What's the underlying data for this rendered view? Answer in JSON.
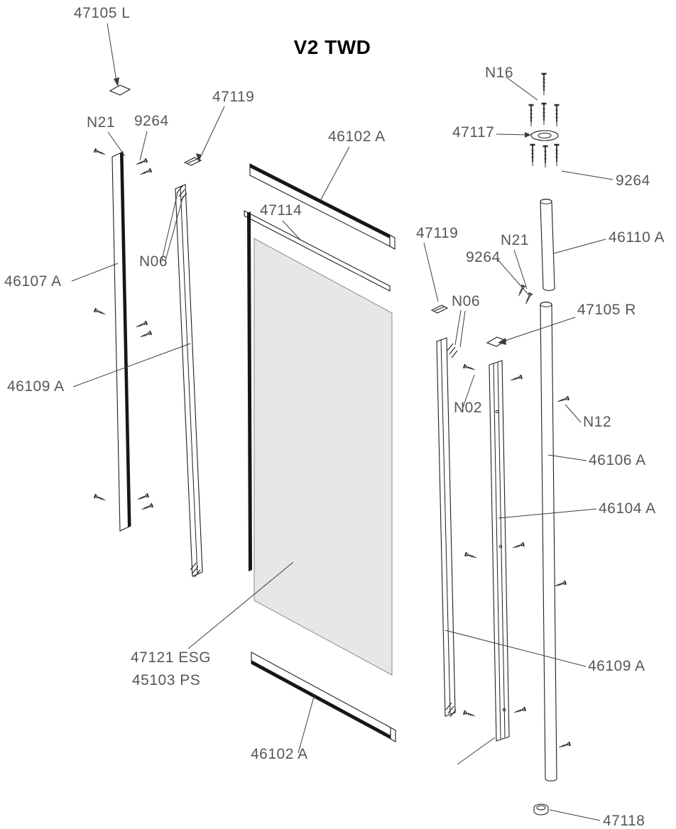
{
  "title": "V2 TWD",
  "labels": {
    "p47105L": "47105 L",
    "n16": "N16",
    "p47119_left": "47119",
    "n21_left": "N21",
    "p9264_left": "9264",
    "p47117": "47117",
    "p46102A_top": "46102 A",
    "p9264_topright": "9264",
    "p47114": "47114",
    "p46110A": "46110 A",
    "p47119_right": "47119",
    "n21_right": "N21",
    "p9264_midright": "9264",
    "p46107A": "46107 A",
    "n06_left": "N06",
    "n06_right": "N06",
    "p47105R": "47105 R",
    "p46109A_left": "46109 A",
    "n02": "N02",
    "n12": "N12",
    "p46106A": "46106 A",
    "p46104A": "46104 A",
    "p47121": "47121 ESG",
    "p45103": "45103 PS",
    "p46109A_right": "46109 A",
    "p46102A_bottom": "46102 A",
    "p47118": "47118"
  }
}
